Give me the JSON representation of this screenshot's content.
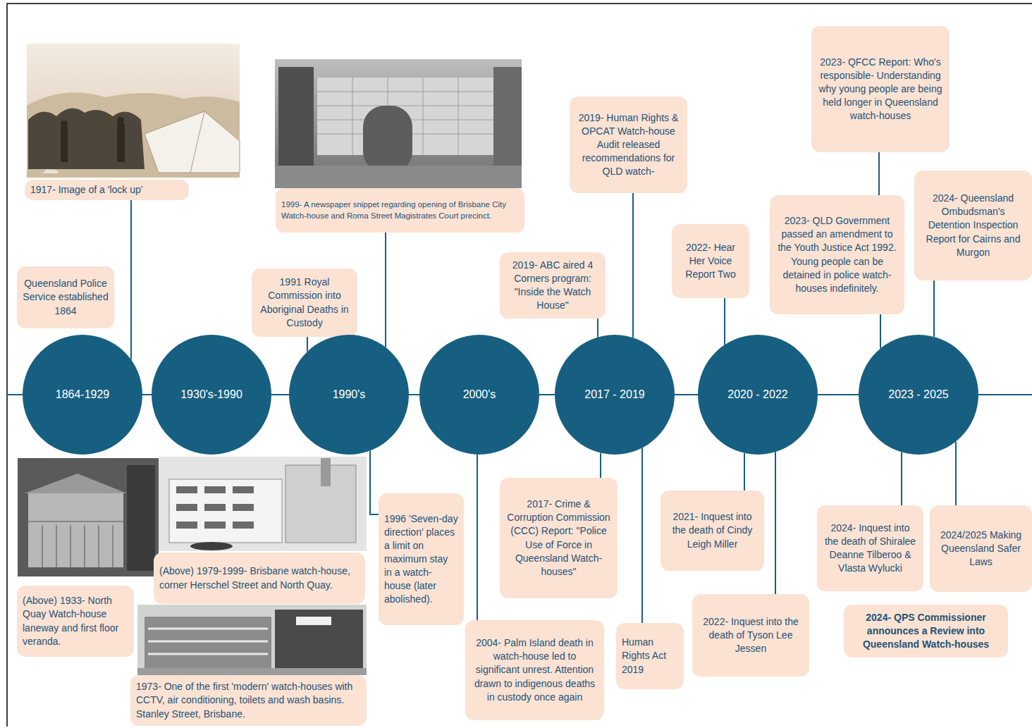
{
  "diagram": {
    "nodes": [
      {
        "text": [
          "Queensland Police Service established 1864"
        ]
      },
      {
        "text": [
          "1917- Image of a 'lock up'"
        ]
      },
      {
        "text": [
          "1864-1929"
        ]
      },
      {
        "text": [
          "1930's-1990"
        ]
      },
      {
        "text": [
          "(Above) 1933- North Quay Watch-house laneway and first floor veranda."
        ]
      },
      {
        "text": [
          "(Above) 1979-1999- Brisbane watch-house, corner Herschel Street and North Quay."
        ]
      },
      {
        "text": [
          "1973- One of the first 'modern' watch-houses with CCTV, air conditioning, toilets and wash basins. Stanley Street, Brisbane."
        ]
      },
      {
        "text": [
          "1999- A newspaper snippet regarding opening of Brisbane City Watch-house and Roma Street Magistrates Court precinct."
        ]
      },
      {
        "text": [
          "1991 Royal Commission into Aboriginal Deaths in Custody"
        ]
      },
      {
        "text": [
          "1990's"
        ]
      },
      {
        "text": [
          "1996 'Seven-day direction' places a limit on maximum stay in a watch-house (later abolished)."
        ]
      },
      {
        "text": [
          "2000's"
        ]
      },
      {
        "text": [
          "2004- Palm Island death in watch-house led to significant unrest. Attention drawn to indigenous deaths in custody once again"
        ]
      },
      {
        "text": [
          "2019- Human Rights & OPCAT Watch-house Audit released recommendations for QLD watch-"
        ]
      },
      {
        "text": [
          "2019- ABC aired 4 Corners program: \"Inside the Watch House\""
        ]
      },
      {
        "text": [
          "2017 - 2019"
        ]
      },
      {
        "text": [
          "2017- Crime & Corruption Commission (CCC) Report: \"Police Use of Force in Queensland Watch-houses\""
        ]
      },
      {
        "text": [
          "Human Rights Act 2019"
        ]
      },
      {
        "text": [
          "2022- Hear Her Voice Report Two"
        ]
      },
      {
        "text": [
          "2020 - 2022"
        ]
      },
      {
        "text": [
          "2021- Inquest into the death of Cindy Leigh Miller"
        ]
      },
      {
        "text": [
          "2022- Inquest into the death of Tyson Lee Jessen"
        ]
      },
      {
        "text": [
          "2023- QFCC Report: Who's responsible- Understanding why young people are being held longer in Queensland watch-houses"
        ]
      },
      {
        "text": [
          "2023- QLD Government passed an amendment to the Youth Justice Act 1992. Young people can be detained in police watch-houses indefinitely."
        ]
      },
      {
        "text": [
          "2024- Queensland Ombudsman's Detention Inspection Report for Cairns and Murgon"
        ]
      },
      {
        "text": [
          "2023 - 2025"
        ]
      },
      {
        "text": [
          "2024- Inquest into the death of Shiralee Deanne Tilberoo & Vlasta Wylucki"
        ]
      },
      {
        "text": [
          "2024/2025 Making Queensland Safer Laws"
        ]
      },
      {
        "text": [
          "2024- QPS Commissioner announces a Review into Queensland Watch-houses"
        ]
      }
    ],
    "edges": [
      {
        "from": 1,
        "to": 2,
        "arrow": "none"
      },
      {
        "from": 2,
        "to": 3,
        "arrow": "none"
      },
      {
        "from": 3,
        "to": 9,
        "arrow": "none"
      },
      {
        "from": 8,
        "to": 9,
        "arrow": "none"
      },
      {
        "from": 7,
        "to": 9,
        "arrow": "none"
      },
      {
        "from": 9,
        "to": 10,
        "arrow": "none"
      },
      {
        "from": 9,
        "to": 11,
        "arrow": "none"
      },
      {
        "from": 11,
        "to": 12,
        "arrow": "none"
      },
      {
        "from": 11,
        "to": 15,
        "arrow": "none"
      },
      {
        "from": 14,
        "to": 15,
        "arrow": "none"
      },
      {
        "from": 13,
        "to": 15,
        "arrow": "none"
      },
      {
        "from": 15,
        "to": 16,
        "arrow": "none"
      },
      {
        "from": 15,
        "to": 17,
        "arrow": "none"
      },
      {
        "from": 15,
        "to": 19,
        "arrow": "none"
      },
      {
        "from": 18,
        "to": 19,
        "arrow": "none"
      },
      {
        "from": 19,
        "to": 20,
        "arrow": "none"
      },
      {
        "from": 19,
        "to": 21,
        "arrow": "none"
      },
      {
        "from": 19,
        "to": 25,
        "arrow": "none"
      },
      {
        "from": 22,
        "to": 23,
        "arrow": "none"
      },
      {
        "from": 23,
        "to": 25,
        "arrow": "none"
      },
      {
        "from": 24,
        "to": 25,
        "arrow": "none"
      },
      {
        "from": 25,
        "to": 26,
        "arrow": "none"
      },
      {
        "from": 25,
        "to": 27,
        "arrow": "none"
      }
    ]
  }
}
